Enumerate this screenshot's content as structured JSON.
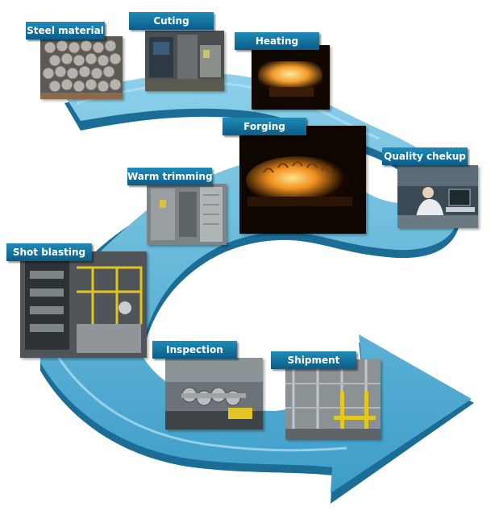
{
  "colors": {
    "arrow_top": "#61b8da",
    "arrow_mid": "#3a9bc6",
    "arrow_side": "#1b6d96",
    "label_bg": "#137aa6",
    "label_text": "#ffffff"
  },
  "steps": [
    {
      "id": "steel",
      "label": "Steel material",
      "icon": "steel-bars-photo"
    },
    {
      "id": "cutting",
      "label": "Cuting",
      "icon": "cutting-machine-photo"
    },
    {
      "id": "heating",
      "label": "Heating",
      "icon": "glowing-billet-photo"
    },
    {
      "id": "forging",
      "label": "Forging",
      "icon": "forging-die-photo"
    },
    {
      "id": "quality",
      "label": "Quality chekup",
      "icon": "inspector-computer-photo"
    },
    {
      "id": "trimming",
      "label": "Warm trimming",
      "icon": "trimming-press-photo"
    },
    {
      "id": "shot",
      "label": "Shot blasting",
      "icon": "shot-blast-machine-photo"
    },
    {
      "id": "inspection",
      "label": "Inspection",
      "icon": "crankshaft-inspection-photo"
    },
    {
      "id": "shipment",
      "label": "Shipment",
      "icon": "warehouse-rack-photo"
    }
  ]
}
